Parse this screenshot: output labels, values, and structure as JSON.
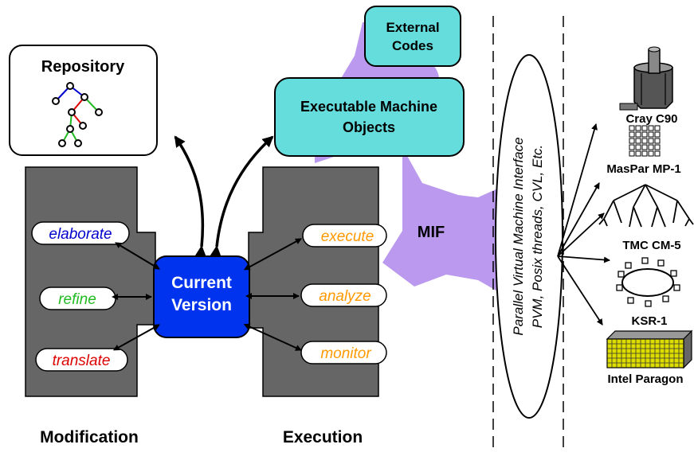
{
  "repository": {
    "title": "Repository"
  },
  "external_codes": {
    "line1": "External",
    "line2": "Codes"
  },
  "executable_objects": {
    "line1": "Executable Machine",
    "line2": "Objects"
  },
  "current_version": {
    "line1": "Current",
    "line2": "Version"
  },
  "modification": {
    "caption": "Modification",
    "ops": [
      {
        "label": "elaborate",
        "color": "#0000cc"
      },
      {
        "label": "refine",
        "color": "#22bb22"
      },
      {
        "label": "translate",
        "color": "#dd0000"
      }
    ]
  },
  "execution": {
    "caption": "Execution",
    "ops": [
      {
        "label": "execute",
        "color": "#ff9900"
      },
      {
        "label": "analyze",
        "color": "#ff9900"
      },
      {
        "label": "monitor",
        "color": "#ff9900"
      }
    ]
  },
  "mif": {
    "label": "MIF"
  },
  "interface": {
    "line1": "Parallel Virtual Machine Interface",
    "line2": "PVM, Posix threads, CVL, Etc."
  },
  "machines": [
    "Cray C90",
    "MasPar MP-1",
    "TMC CM-5",
    "KSR-1",
    "Intel Paragon"
  ],
  "colors": {
    "block": "#666666",
    "current_version": "#0033ee",
    "cyan_box": "#66dddd",
    "mif_flow": "#bb99ee",
    "paragon": "#dddd00"
  }
}
